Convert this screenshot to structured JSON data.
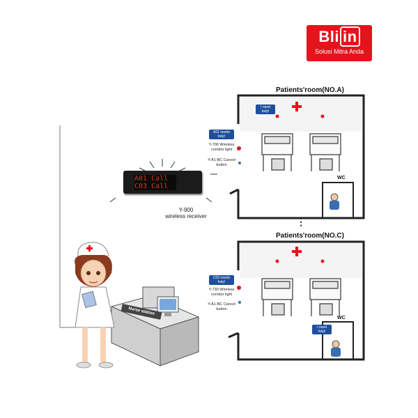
{
  "logo": {
    "brand_pre": "Bli",
    "brand_box": "in",
    "tagline": "Solusi Mitra Anda",
    "color": "#e3141c"
  },
  "room_a": {
    "title": "Patients'room(NO.A)",
    "bubble_patient": "I need help!",
    "bubble_corridor": "A01 needs help!",
    "corridor_light": "Y-706 Wireless corridor light",
    "cancel_button": "Y-A1-BC Cancel button",
    "wc": "WC"
  },
  "room_c": {
    "title": "Patients'room(NO.C)",
    "bubble_patient": "I need help!",
    "bubble_corridor": "C03 needs help!",
    "corridor_light": "Y-730 Wireless corridor light",
    "cancel_button": "Y-A1-BC Cancel button",
    "wc": "WC"
  },
  "receiver": {
    "line1": "A01 Call",
    "line2": "C03 Call",
    "model": "Y-900",
    "desc": "wireless receiver"
  },
  "ellipsis": "⋮",
  "nurse_station": "Nurse station",
  "colors": {
    "display_text": "#e2321d",
    "bubble": "#1f4f9c",
    "cross": "#e3141c"
  }
}
